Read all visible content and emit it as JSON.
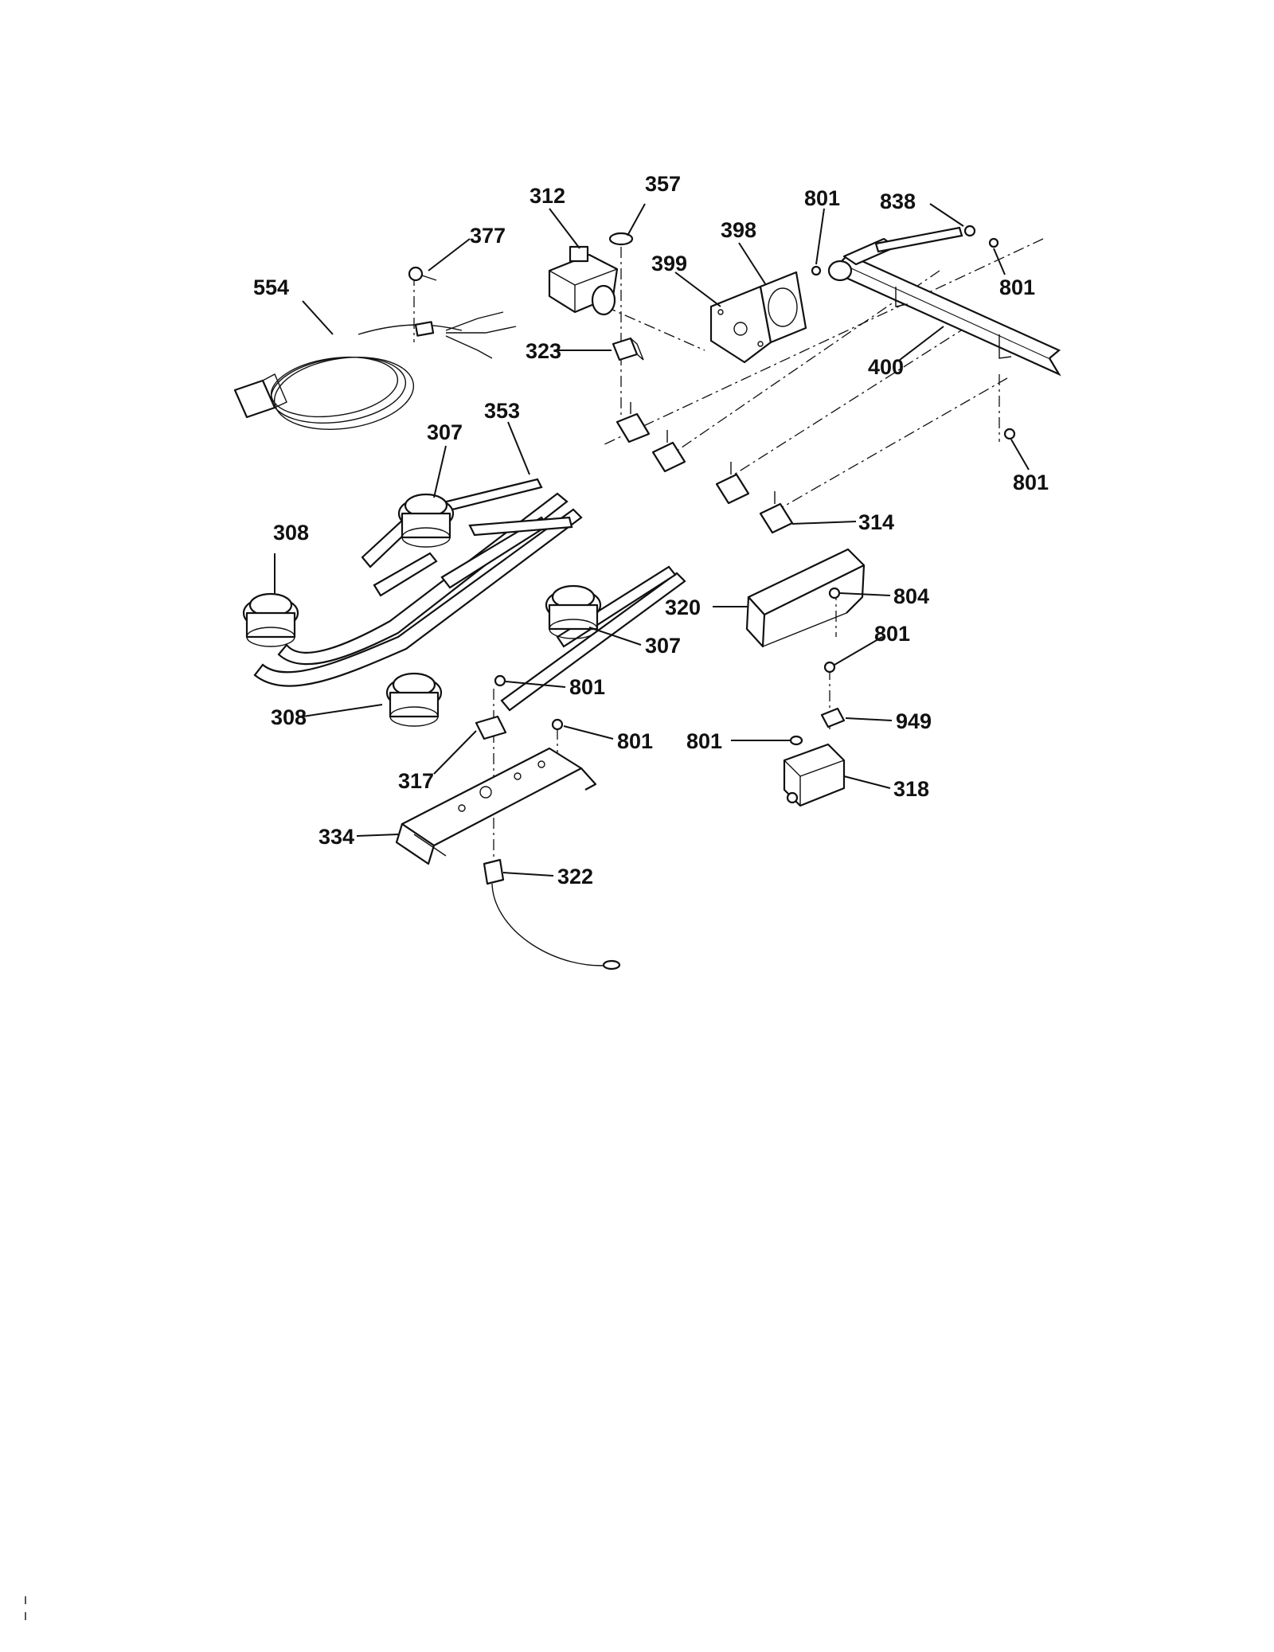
{
  "diagram": {
    "callouts": [
      {
        "id": "c554",
        "label": "554"
      },
      {
        "id": "c377",
        "label": "377"
      },
      {
        "id": "c312",
        "label": "312"
      },
      {
        "id": "c357",
        "label": "357"
      },
      {
        "id": "c399",
        "label": "399"
      },
      {
        "id": "c398",
        "label": "398"
      },
      {
        "id": "c801a",
        "label": "801"
      },
      {
        "id": "c838",
        "label": "838"
      },
      {
        "id": "c801b",
        "label": "801"
      },
      {
        "id": "c323",
        "label": "323"
      },
      {
        "id": "c400",
        "label": "400"
      },
      {
        "id": "c353",
        "label": "353"
      },
      {
        "id": "c307a",
        "label": "307"
      },
      {
        "id": "c308a",
        "label": "308"
      },
      {
        "id": "c801c",
        "label": "801"
      },
      {
        "id": "c314",
        "label": "314"
      },
      {
        "id": "c320",
        "label": "320"
      },
      {
        "id": "c804",
        "label": "804"
      },
      {
        "id": "c307b",
        "label": "307"
      },
      {
        "id": "c801d",
        "label": "801"
      },
      {
        "id": "c801e",
        "label": "801"
      },
      {
        "id": "c308b",
        "label": "308"
      },
      {
        "id": "c949",
        "label": "949"
      },
      {
        "id": "c801f",
        "label": "801"
      },
      {
        "id": "c801g",
        "label": "801"
      },
      {
        "id": "c317",
        "label": "317"
      },
      {
        "id": "c318",
        "label": "318"
      },
      {
        "id": "c334",
        "label": "334"
      },
      {
        "id": "c322",
        "label": "322"
      }
    ]
  }
}
